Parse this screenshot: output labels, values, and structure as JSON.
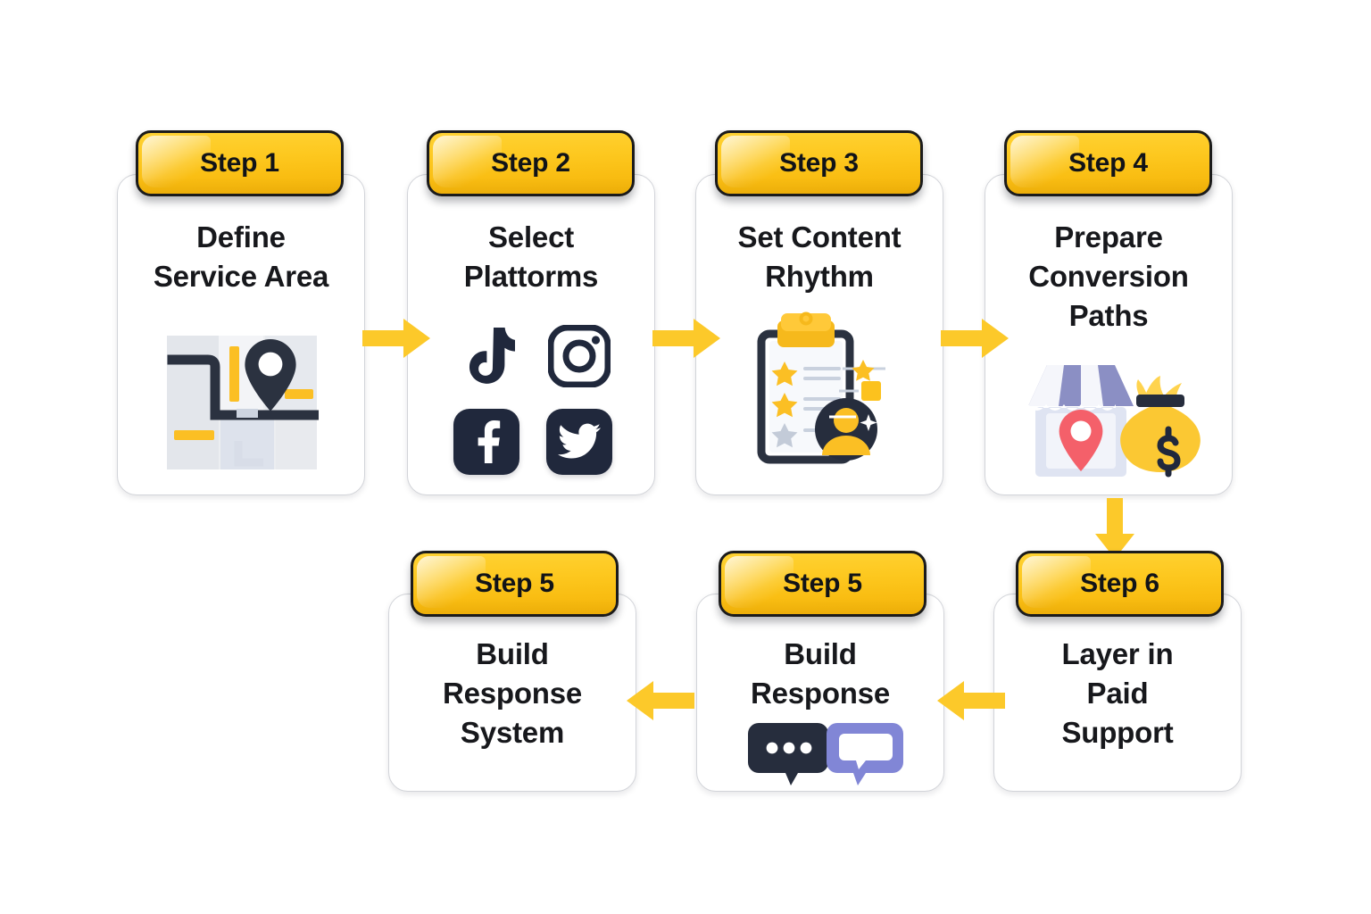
{
  "diagram": {
    "title_text_color": "#17181c",
    "badge_color": "#fdc81f",
    "arrow_color": "#fcc92a",
    "card_border_color": "#d2d4d9",
    "background": "#ffffff"
  },
  "rows": [
    {
      "name": "top-row",
      "cards": [
        {
          "badge": "Step 1",
          "title": "Define\nService Area",
          "icon": "map-location-icon"
        },
        {
          "badge": "Step 2",
          "title": "Select\nPlattorms",
          "icon": "social-platforms-icon"
        },
        {
          "badge": "Step 3",
          "title": "Set Content\nRhythm",
          "icon": "clipboard-checklist-icon"
        },
        {
          "badge": "Step 4",
          "title": "Prepare\nConversion\nPaths",
          "icon": "storefront-moneybag-icon"
        }
      ]
    },
    {
      "name": "bottom-row",
      "cards": [
        {
          "badge": "Step 5",
          "title": "Build\nResponse\nSystem",
          "icon": "none"
        },
        {
          "badge": "Step 5",
          "title": "Build\nResponse",
          "icon": "chat-bubbles-icon"
        },
        {
          "badge": "Step 6",
          "title": "Layer in\nPaid\nSupport",
          "icon": "none"
        }
      ]
    }
  ],
  "connectors": [
    {
      "name": "arrow-step1-to-step2",
      "direction": "right"
    },
    {
      "name": "arrow-step2-to-step3",
      "direction": "right"
    },
    {
      "name": "arrow-step3-to-step4",
      "direction": "right"
    },
    {
      "name": "arrow-step4-to-step6",
      "direction": "down"
    },
    {
      "name": "arrow-step6-to-step5b",
      "direction": "left"
    },
    {
      "name": "arrow-step5b-to-step5a",
      "direction": "left"
    }
  ],
  "icons": {
    "social_platforms": [
      "tiktok-icon",
      "instagram-icon",
      "facebook-icon",
      "twitter-icon"
    ],
    "chat_bubbles": [
      "chat-dots-bubble-icon",
      "chat-reply-bubble-icon"
    ],
    "clipboard": {
      "stars_filled": 2,
      "stars_empty": 1,
      "avatar": "person-avatar-icon"
    },
    "storefront": {
      "pin": "map-pin-icon",
      "money": "money-bag-icon",
      "currency": "$"
    }
  }
}
